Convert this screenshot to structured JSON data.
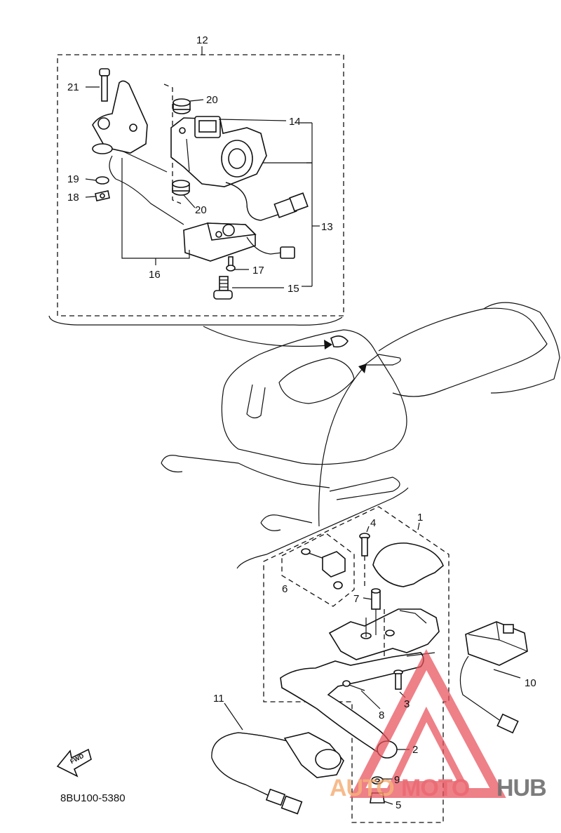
{
  "callouts": {
    "c1": "1",
    "c2": "2",
    "c3": "3",
    "c4": "4",
    "c5": "5",
    "c6": "6",
    "c7": "7",
    "c8": "8",
    "c9": "9",
    "c10": "10",
    "c11": "11",
    "c12": "12",
    "c13": "13",
    "c14": "14",
    "c15": "15",
    "c16": "16",
    "c17": "17",
    "c18": "18",
    "c19": "19",
    "c20a": "20",
    "c20b": "20",
    "c21": "21"
  },
  "fwd_label": "FWD",
  "diagram_code": "8BU100-5380",
  "watermark": {
    "part1": "AUTO",
    "part2": "MOTO",
    "part3": "HUB"
  },
  "colors": {
    "line": "#111111",
    "watermark_red": "#e8505b",
    "watermark_orange": "#f4a261",
    "watermark_gray": "#555555"
  }
}
